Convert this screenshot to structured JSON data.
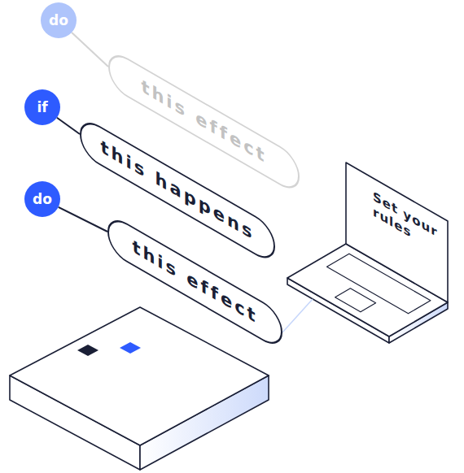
{
  "diagram": {
    "nodes": [
      {
        "text": [
          "do"
        ]
      },
      {
        "text": [
          "this effect"
        ]
      },
      {
        "text": [
          "if"
        ]
      },
      {
        "text": [
          "this happens"
        ]
      },
      {
        "text": [
          "do"
        ]
      },
      {
        "text": [
          "this effect"
        ]
      },
      {
        "text": [
          "Set your rules"
        ]
      }
    ],
    "edges": [
      {
        "from": 0,
        "to": 1,
        "arrow": "none"
      },
      {
        "from": 2,
        "to": 3,
        "arrow": "none"
      },
      {
        "from": 4,
        "to": 5,
        "arrow": "none"
      },
      {
        "from": 6,
        "to": 5,
        "arrow": "none"
      }
    ]
  }
}
